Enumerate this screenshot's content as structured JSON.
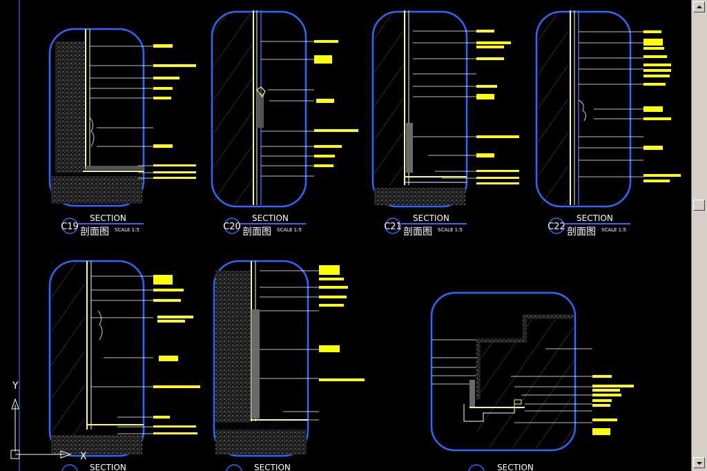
{
  "viewport": {
    "background": "#000000",
    "colors": {
      "outline": "#2a6bff",
      "leader": "#ffffff",
      "label": "#ffff00",
      "wall_fill": "#3a3a3a",
      "hatch": "#9a9a9a",
      "finish": "#ffff66",
      "accent": "#00bfff"
    }
  },
  "sections": [
    {
      "id": "c19",
      "number": "C19",
      "title": "SECTION",
      "subtitle": "剖面图",
      "scale": "SCALE 1:5"
    },
    {
      "id": "c20",
      "number": "C20",
      "title": "SECTION",
      "subtitle": "剖面图",
      "scale": "SCALE 1:5"
    },
    {
      "id": "c21",
      "number": "C21",
      "title": "SECTION",
      "subtitle": "剖面图",
      "scale": "SCALE 1:5"
    },
    {
      "id": "c22",
      "number": "C22",
      "title": "SECTION",
      "subtitle": "剖面图",
      "scale": "SCALE 1:5"
    },
    {
      "id": "c23",
      "number": "",
      "title": "SECTION",
      "subtitle": "",
      "scale": ""
    },
    {
      "id": "c24",
      "number": "",
      "title": "SECTION",
      "subtitle": "",
      "scale": ""
    },
    {
      "id": "c25",
      "number": "",
      "title": "SECTION",
      "subtitle": "",
      "scale": ""
    }
  ],
  "ucs_icon": {
    "y_label": "Y",
    "x_label": "X"
  },
  "scrollbar": {
    "up_icon": "arrow-up-icon",
    "down_icon": "arrow-down-icon"
  }
}
